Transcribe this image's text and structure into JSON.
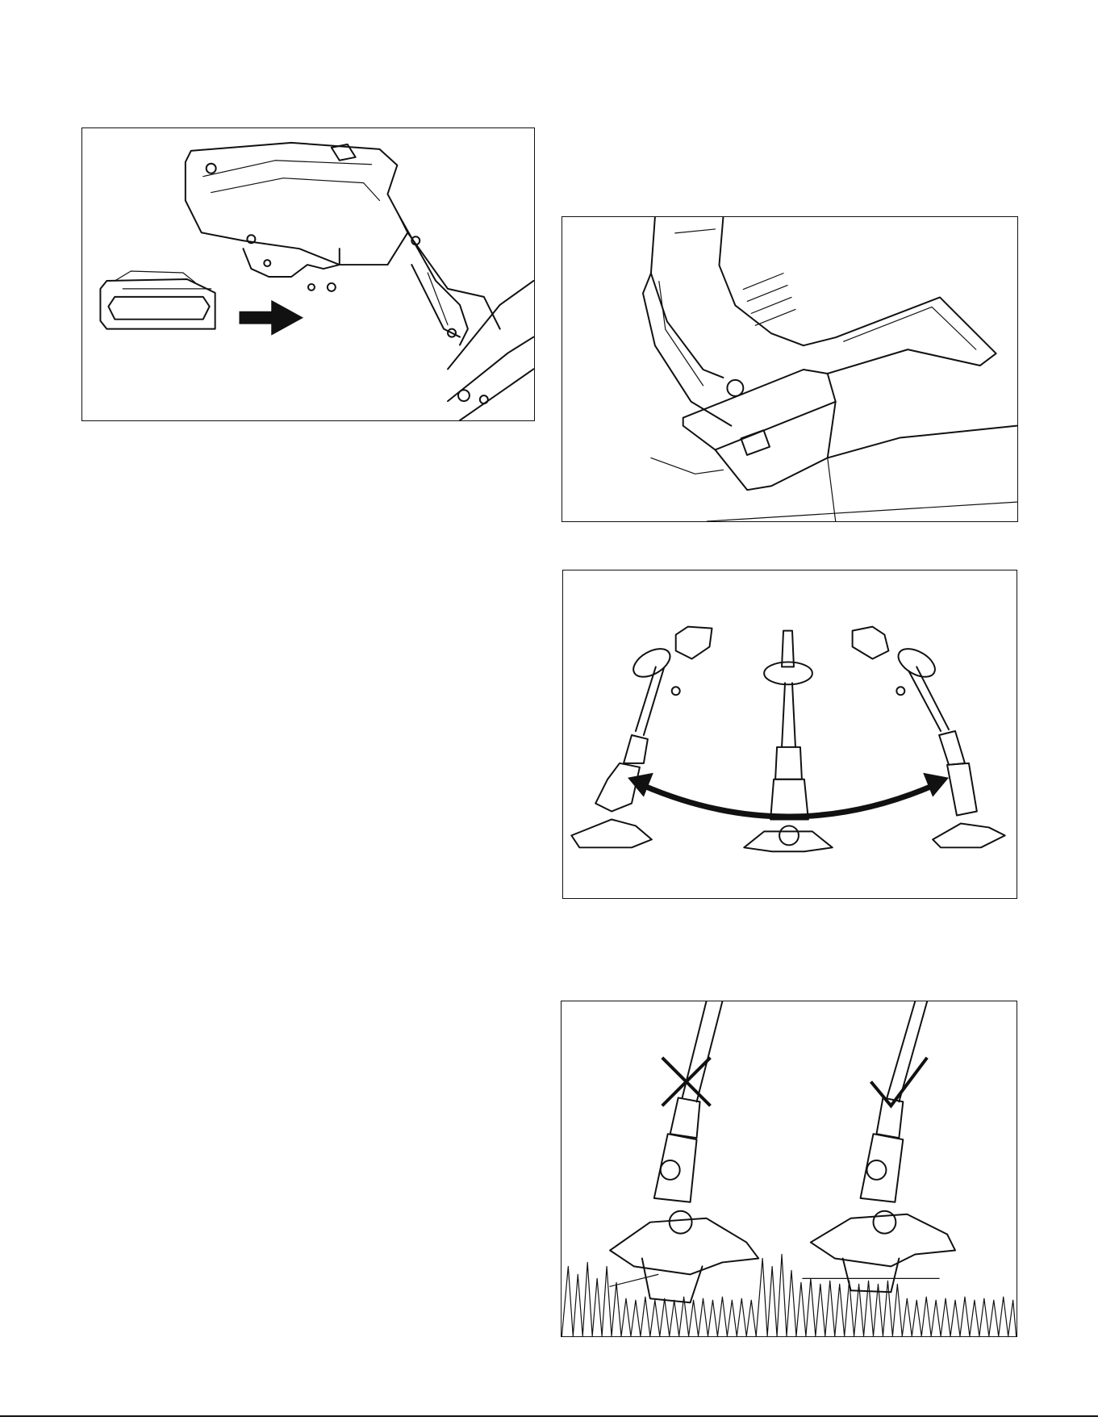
{
  "figures": [
    {
      "id": "fig1",
      "subject": "battery-insertion",
      "icons": [
        "battery-icon",
        "arrow-right-icon",
        "tool-handle-icon"
      ]
    },
    {
      "id": "fig2",
      "subject": "trimmer-head-and-guard",
      "icons": [
        "guard-icon",
        "motor-housing-icon"
      ]
    },
    {
      "id": "fig3",
      "subject": "sweeping-motion",
      "icons": [
        "trimmer-left-icon",
        "trimmer-center-icon",
        "trimmer-right-icon",
        "double-arrow-arc-icon"
      ]
    },
    {
      "id": "fig4",
      "subject": "correct-cutting-angle",
      "icons": [
        "incorrect-x-icon",
        "correct-check-icon",
        "grass-icon"
      ]
    }
  ]
}
